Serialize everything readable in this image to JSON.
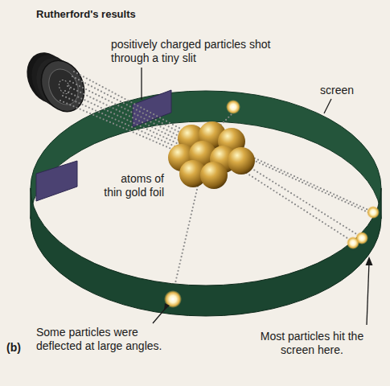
{
  "diagram": {
    "title": "Rutherford's results",
    "labels": [
      "positively charged particles shot through a tiny slit",
      "screen",
      "atoms of thin gold foil",
      "Some particles were deflected at large angles.",
      "Most particles hit the screen here.",
      "(b)"
    ]
  }
}
